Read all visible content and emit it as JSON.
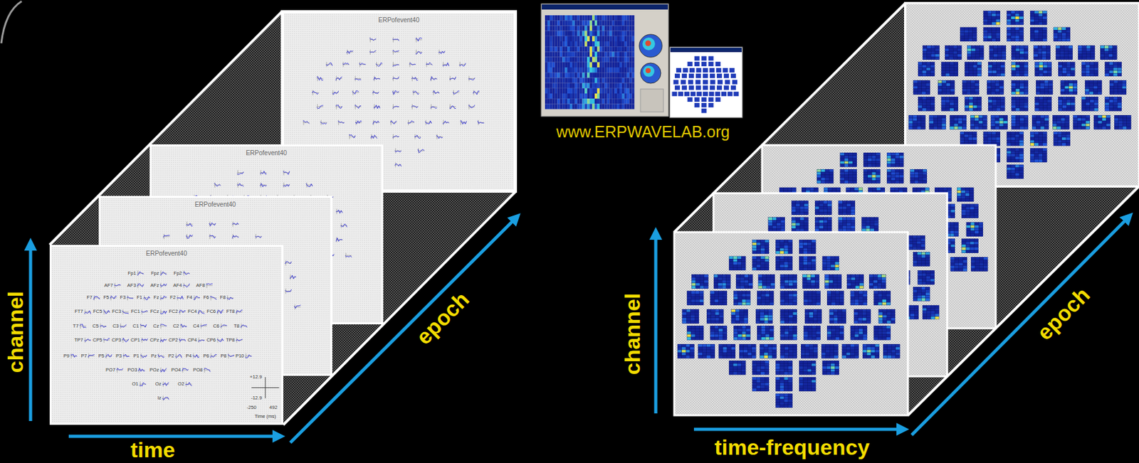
{
  "diagram": {
    "nodes": [
      {
        "text": [
          "ERPofevent40"
        ]
      },
      {
        "text": [
          "ERPofevent40"
        ]
      },
      {
        "text": [
          "ERPofevent40"
        ]
      },
      {
        "text": [
          "ERPofevent40"
        ]
      }
    ],
    "labels": [
      "www.ERPWAVELAB.org",
      "channel",
      "time",
      "epoch",
      "channel",
      "time-frequency",
      "epoch",
      "Fp1",
      "Fpz",
      "Fp2",
      "AF7",
      "AF3",
      "AFz",
      "AF4",
      "AF8",
      "F7",
      "F5",
      "F3",
      "F1",
      "Fz",
      "F2",
      "F4",
      "F6",
      "F8",
      "FT7",
      "FC5",
      "FC3",
      "FC1",
      "FCz",
      "FC2",
      "FC4",
      "FC6",
      "FT8",
      "T7",
      "C5",
      "C3",
      "C1",
      "Cz",
      "C2",
      "C4",
      "C6",
      "T8",
      "TP7",
      "CP5",
      "CP3",
      "CP1",
      "CPz",
      "CP2",
      "CP4",
      "CP6",
      "TP8",
      "P9",
      "P7",
      "P5",
      "P3",
      "P1",
      "Pz",
      "P2",
      "P4",
      "P6",
      "P8",
      "P10",
      "PO7",
      "PO3",
      "POz",
      "PO4",
      "PO8",
      "O1",
      "Oz",
      "O2",
      "Iz",
      "+12.9",
      "-12.9",
      "-250",
      "492",
      "Time (ms)"
    ]
  }
}
